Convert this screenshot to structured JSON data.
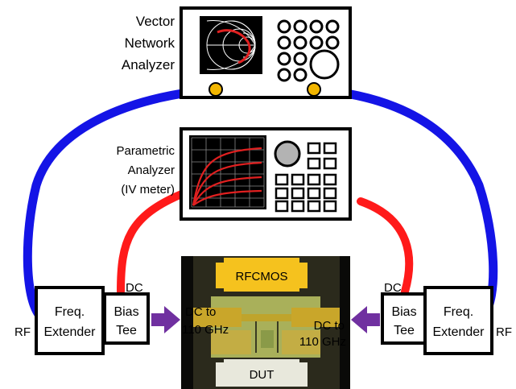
{
  "vna": {
    "label_lines": [
      "Vector",
      "Network",
      "Analyzer"
    ]
  },
  "parametric": {
    "label_lines": [
      "Parametric",
      "Analyzer",
      "(IV meter)"
    ]
  },
  "left_extender": {
    "label_lines": [
      "Freq.",
      "Extender"
    ]
  },
  "right_extender": {
    "label_lines": [
      "Freq.",
      "Extender"
    ]
  },
  "left_bias_tee": {
    "label_lines": [
      "Bias",
      "Tee"
    ]
  },
  "right_bias_tee": {
    "label_lines": [
      "Bias",
      "Tee"
    ]
  },
  "port_labels": {
    "rf_left": "RF",
    "rf_right": "RF",
    "dc_left": "DC",
    "dc_right": "DC"
  },
  "chip": {
    "top_label": "RFCMOS",
    "bottom_label": "DUT",
    "left_label_lines": [
      "DC to",
      "110 GHz"
    ],
    "right_label_lines": [
      "DC to",
      "110 GHz"
    ]
  },
  "colors": {
    "rf_cable": "#1414e6",
    "dc_cable": "#ff1a1a",
    "connector": "#f2b600",
    "arrow": "#7030a0",
    "screen": "#000000",
    "trace": "#e02020"
  }
}
